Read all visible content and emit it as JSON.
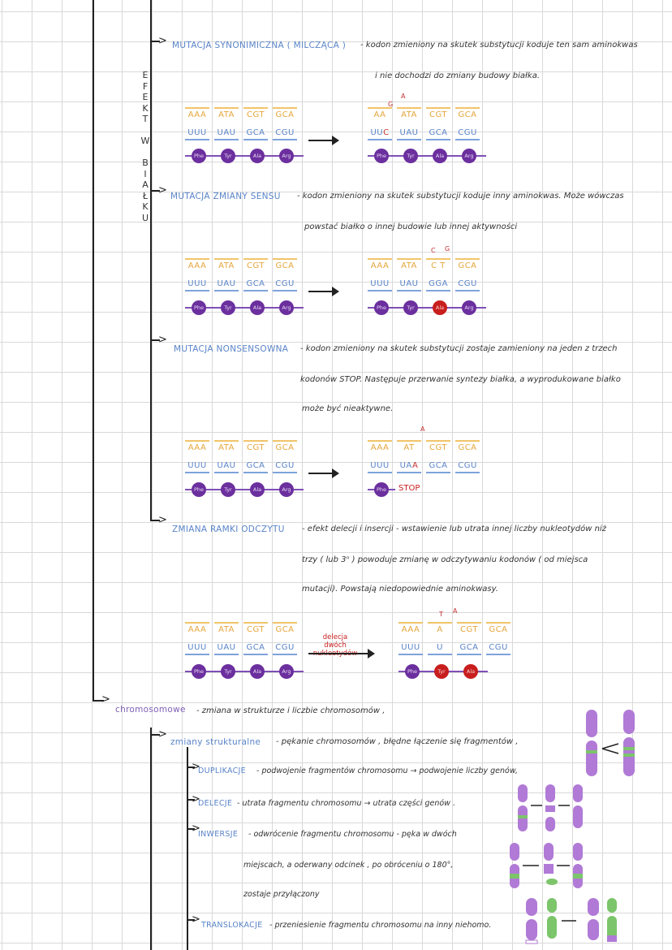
{
  "vertical_label": [
    "E",
    "F",
    "E",
    "K",
    "T",
    "",
    "W",
    "",
    "B",
    "I",
    "A",
    "Ł",
    "K",
    "U"
  ],
  "sections": {
    "synonymous": {
      "title": "MUTACJA SYNONIMICZNA ( MILCZĄCA )",
      "desc1": "- kodon zmieniony na skutek substytucji koduje ten sam aminokwas",
      "desc2": "i nie dochodzi do zmiany budowy białka."
    },
    "missense": {
      "title": "MUTACJA ZMIANY SENSU",
      "desc1": "- kodon zmieniony na skutek substytucji koduje inny aminokwas. Może wówczas",
      "desc2": "powstać białko o innej budowie lub innej aktywności"
    },
    "nonsense": {
      "title": "MUTACJA NONSENSOWNA",
      "desc1": "- kodon zmieniony na skutek substytucji zostaje zamieniony na jeden z trzech",
      "desc2": "kodonów STOP. Następuje przerwanie syntezy białka, a wyprodukowane białko",
      "desc3": "może być nieaktywne."
    },
    "frameshift": {
      "title": "ZMIANA RAMKI ODCZYTU",
      "desc1": "- efekt delecji i insercji - wstawienie lub utrata innej liczby nukleotydów niż",
      "desc2": "trzy ( lub 3ⁿ ) powoduje zmianę w odczytywaniu kodonów ( od miejsca",
      "desc3": "mutacji). Powstają niedopowiednie aminokwasy.",
      "arrow_note": [
        "delecja",
        "dwóch",
        "nukleotydów"
      ]
    }
  },
  "sequence": {
    "dna": [
      "AAA",
      "ATA",
      "CGT",
      "GCA"
    ],
    "rna": [
      "UUU",
      "UAU",
      "GCA",
      "CGU"
    ],
    "amino": [
      "Phe",
      "Tyr",
      "Ala",
      "Arg"
    ]
  },
  "mutated": {
    "syn_dna": [
      "AA",
      "ATA",
      "CGT",
      "GCA"
    ],
    "syn_rna": [
      "UU",
      "UAU",
      "GCA",
      "CGU"
    ],
    "syn_mut_letter": "C",
    "syn_marks": [
      "G",
      "A"
    ],
    "mis_dna": [
      "AAA",
      "ATA",
      "C T",
      "GCA"
    ],
    "mis_rna": [
      "UUU",
      "UAU",
      "GGA",
      "CGU"
    ],
    "mis_marks": [
      "C",
      "G"
    ],
    "non_dna": [
      "AAA",
      "AT",
      "CGT",
      "GCA"
    ],
    "non_rna": [
      "UUU",
      "UA",
      "GCA",
      "CGU"
    ],
    "non_mut_letter": "A",
    "non_marks": [
      "A"
    ],
    "stop_label": "STOP",
    "fs_dna": [
      "AAA",
      "A",
      "CGT",
      "GCA"
    ],
    "fs_rna": [
      "UUU",
      "U",
      "GCA",
      "CGU"
    ],
    "fs_marks": [
      "T",
      "A"
    ]
  },
  "chromosomal": {
    "title": "chromosomowe",
    "desc": "- zmiana w strukturze i liczbie chromosomów ,",
    "structural_title": "zmiany strukturalne",
    "structural_desc": "- pękanie chromosomów , błędne łączenie się fragmentów ,",
    "duplication_title": "DUPLIKACJE",
    "duplication_desc": "- podwojenie fragmentów chromosomu → podwojenie liczby genów,",
    "deletion_title": "DELECJE",
    "deletion_desc": "- utrata fragmentu chromosomu → utrata części genów .",
    "inversion_title": "INWERSJE",
    "inversion_desc1": "- odwrócenie fragmentu chromosomu - pęka w dwóch",
    "inversion_desc2": "miejscach, a oderwany odcinek , po obróceniu o 180°,",
    "inversion_desc3": "zostaje przyłączony",
    "translocation_title": "TRANSLOKACJE",
    "translocation_desc": "- przeniesienie fragmentu chromosomu na inny niehomo."
  },
  "colors": {
    "heading_blue": "#5a84c8",
    "dna_orange": "#e6a53a",
    "bead_purple": "#6b2f9e",
    "mut_red": "#c81e1e",
    "chromo_purple": "#b07ad6",
    "chromo_green": "#7cc56b"
  }
}
